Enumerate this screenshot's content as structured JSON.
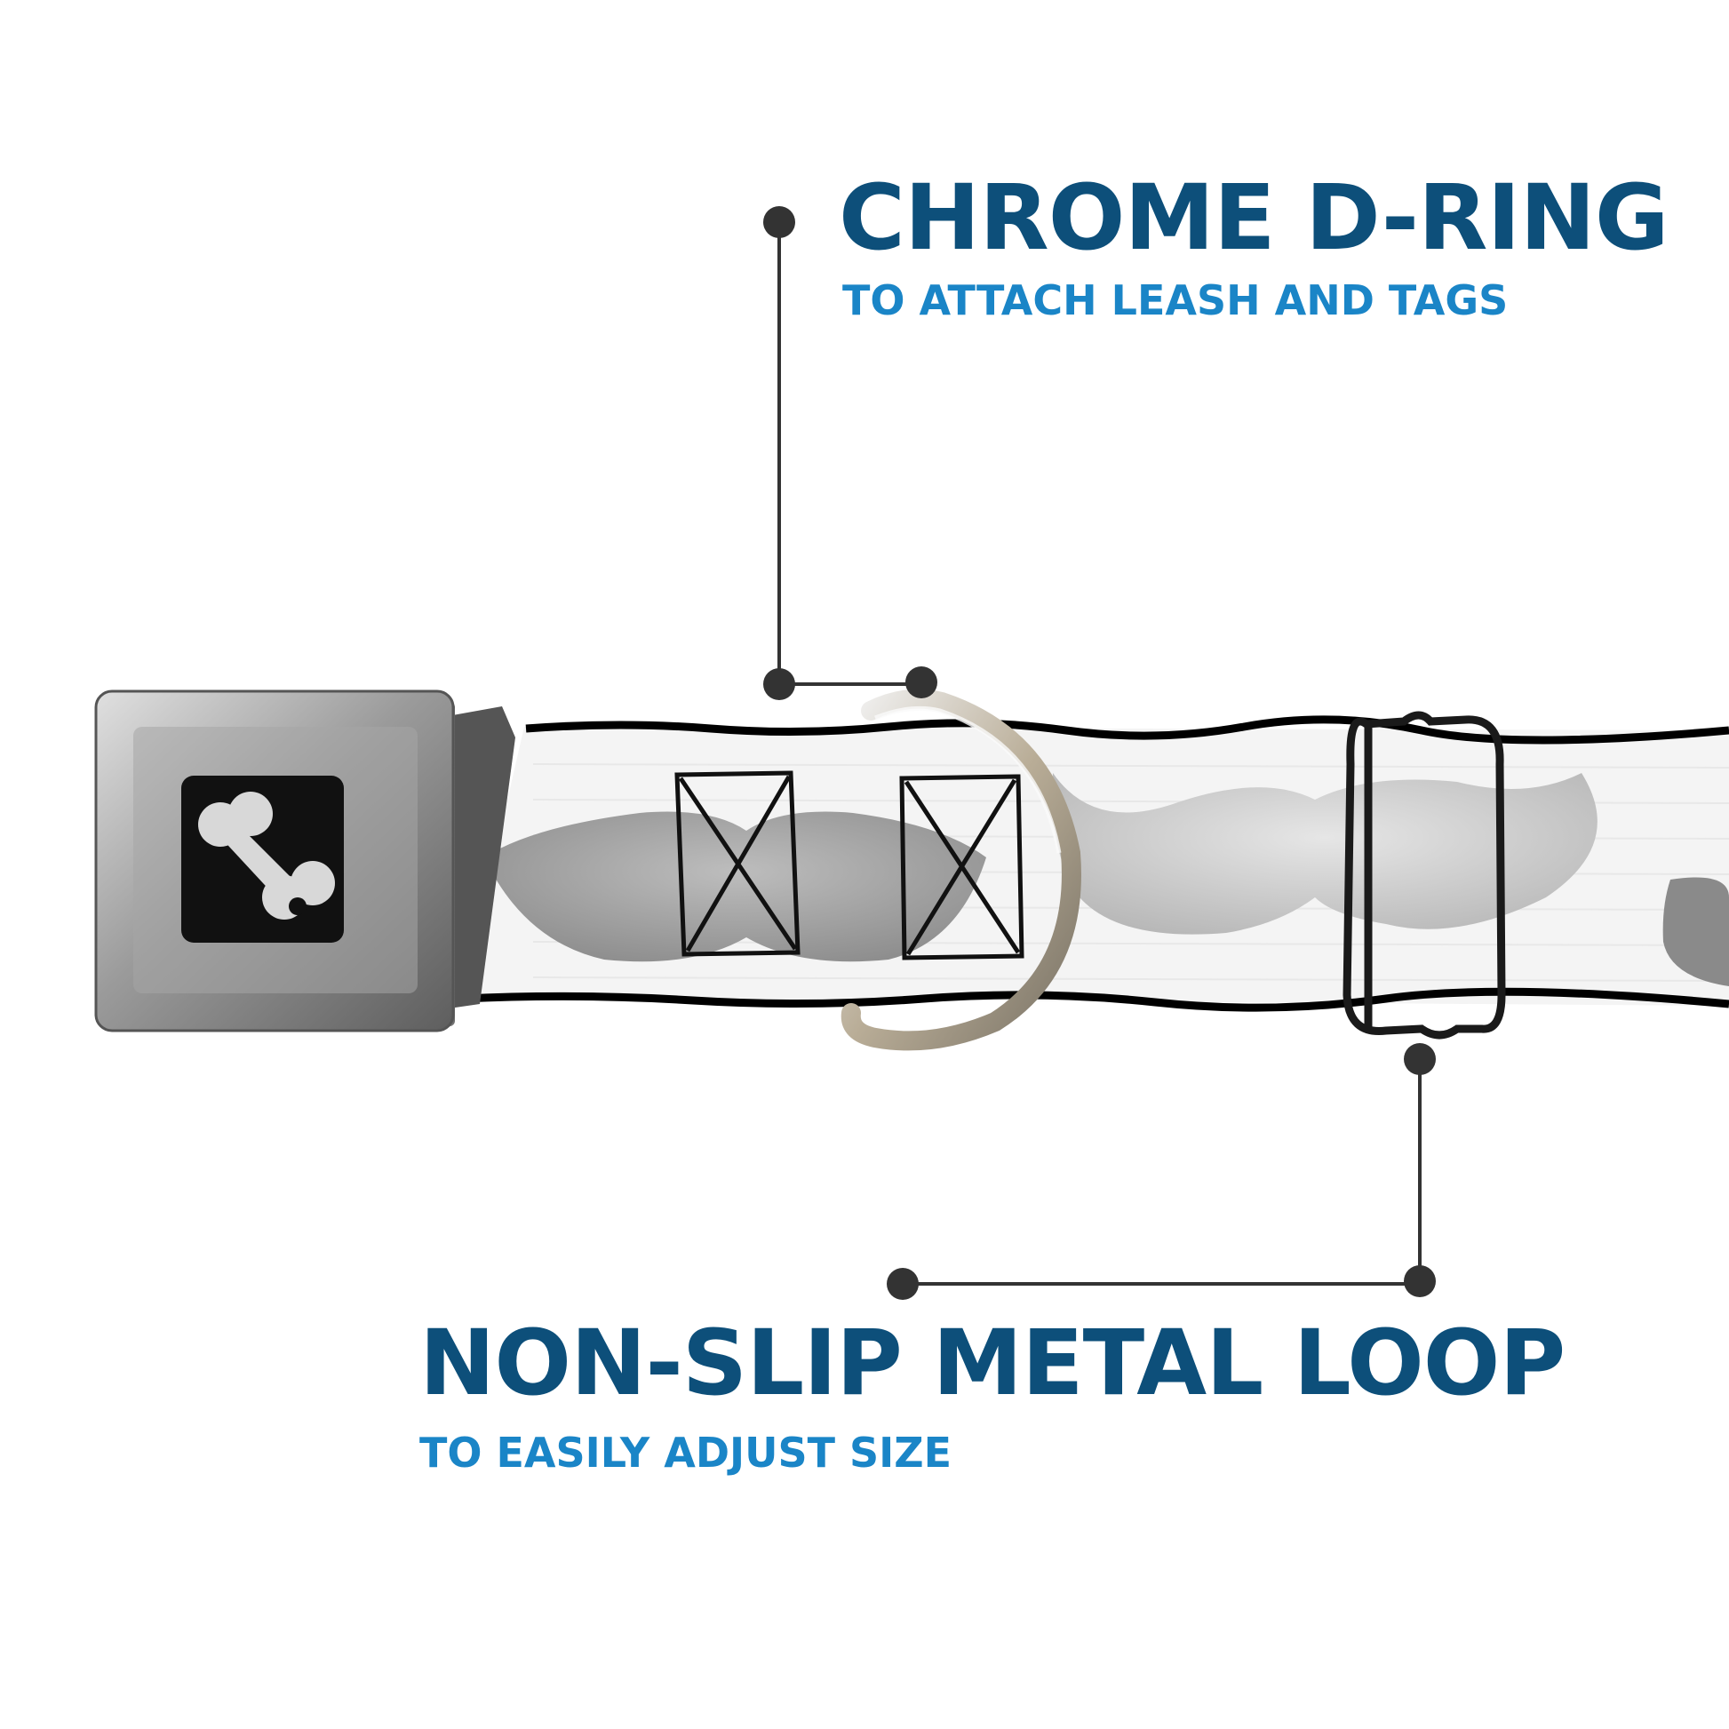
{
  "callouts": {
    "d_ring": {
      "title": "CHROME D-RING",
      "subtitle": "TO ATTACH LEASH AND TAGS"
    },
    "loop": {
      "title": "NON-SLIP METAL LOOP",
      "subtitle": "TO EASILY ADJUST SIZE"
    }
  },
  "colors": {
    "title": "#0d4f7a",
    "subtitle": "#1a85c7",
    "leader": "#333333",
    "strap_edge": "#000000"
  },
  "icons": {
    "buckle_logo": "bone-icon",
    "dots": "leader-dot"
  }
}
